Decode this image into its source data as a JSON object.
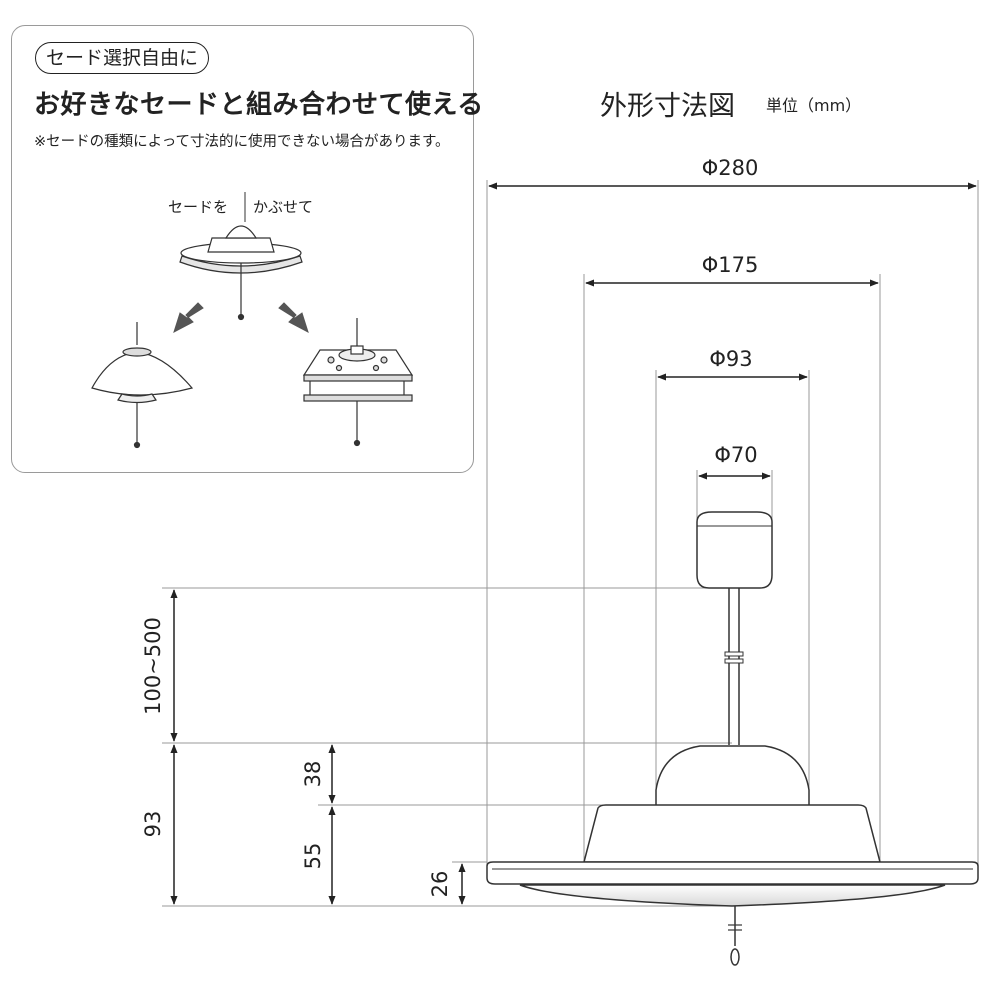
{
  "panel": {
    "badge": "セード選択自由に",
    "headline": "お好きなセードと組み合わせて使える",
    "note": "※セードの種類によって寸法的に使用できない場合があります。",
    "cover_label_left": "セードを",
    "cover_label_right": "かぶせて"
  },
  "diagram": {
    "title": "外形寸法図",
    "unit": "単位（mm）",
    "dims": {
      "d280": "Φ280",
      "d175": "Φ175",
      "d93": "Φ93",
      "d70": "Φ70",
      "cord": "100~500",
      "total_h": "93",
      "upper_h": "38",
      "lower_h": "55",
      "rim_h": "26"
    }
  }
}
